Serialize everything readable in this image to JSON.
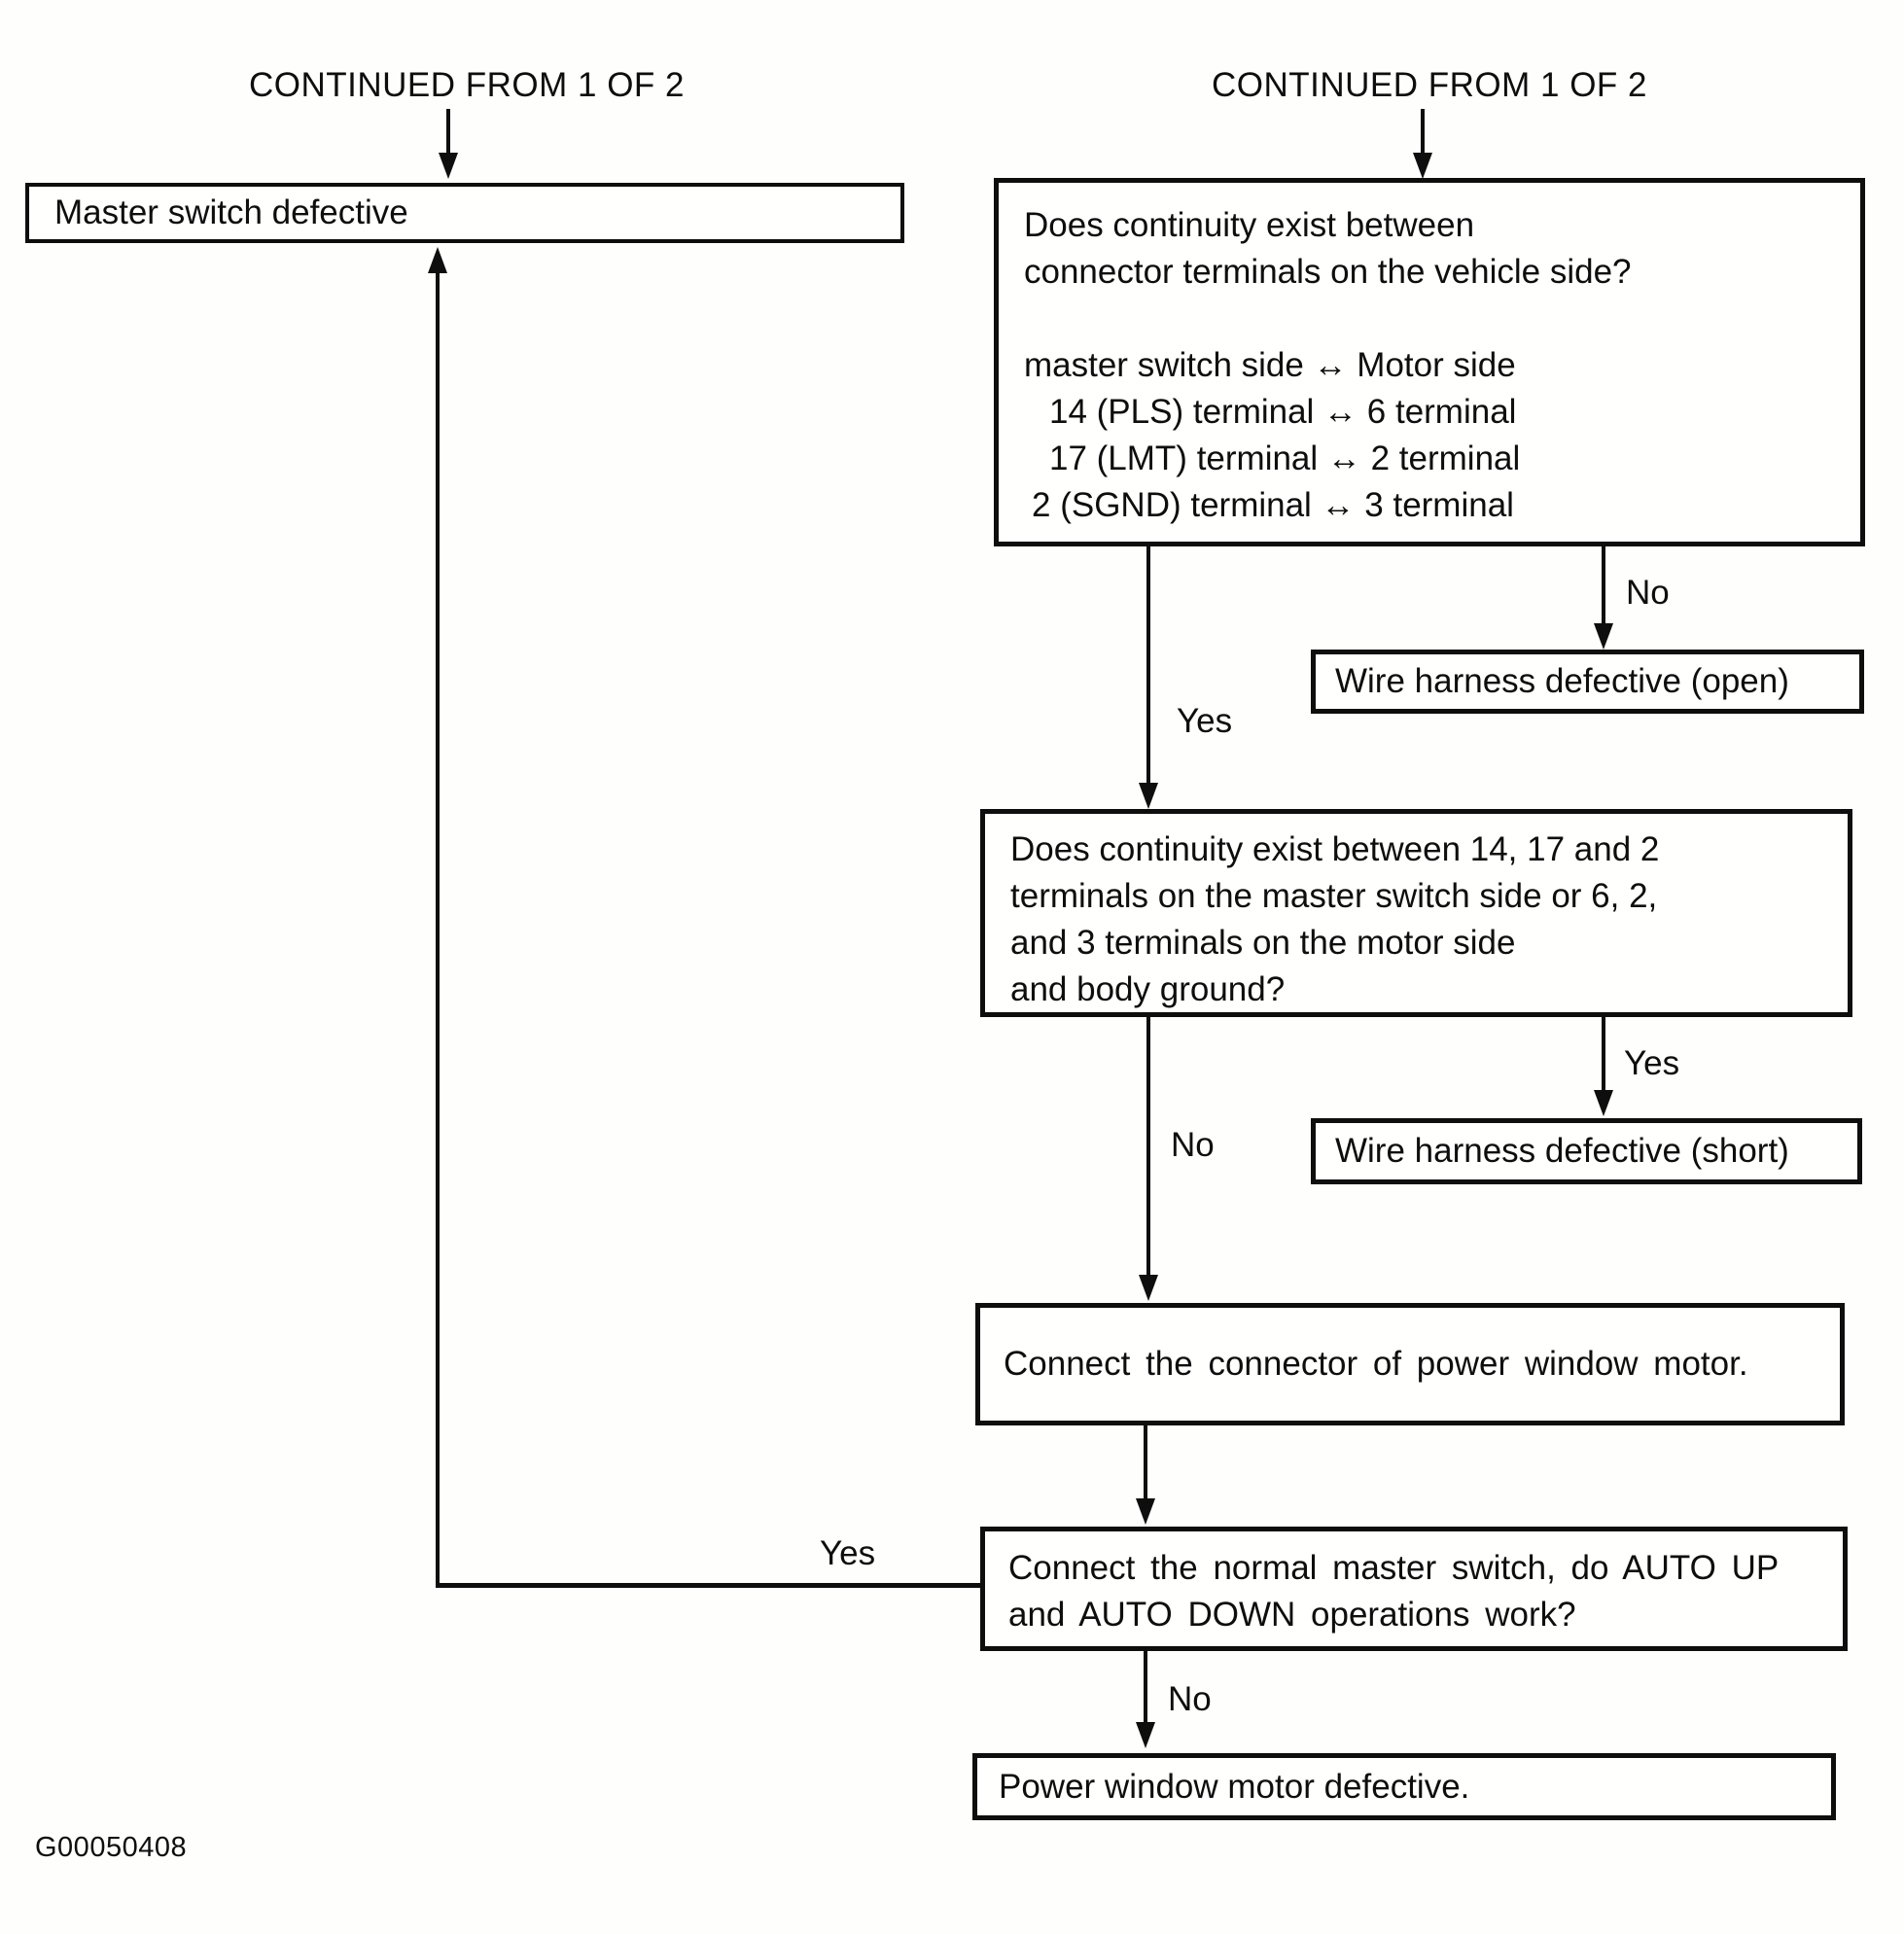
{
  "page": {
    "background": "#fefefd",
    "ink": "#0e0e0e",
    "figure_code": "G00050408"
  },
  "left_flow": {
    "continued_label": "CONTINUED FROM 1 OF 2",
    "master_switch_box": "Master switch defective"
  },
  "right_flow": {
    "continued_label": "CONTINUED FROM 1 OF 2",
    "continuity_vehicle_box": {
      "line1": "Does continuity exist between",
      "line2": "connector terminals on the vehicle side?",
      "line3": "master switch side ↔ Motor side",
      "line4": "14 (PLS) terminal ↔ 6 terminal",
      "line5": "17 (LMT) terminal ↔ 2 terminal",
      "line6": "2 (SGND) terminal ↔ 3 terminal",
      "yes_label": "Yes",
      "no_label": "No"
    },
    "harness_open_box": "Wire harness defective (open)",
    "continuity_ground_box": {
      "line1": "Does continuity exist between 14, 17 and 2",
      "line2": "terminals on the master switch side or 6, 2,",
      "line3": "and 3 terminals on the motor side",
      "line4": "and body ground?",
      "yes_label": "Yes",
      "no_label": "No"
    },
    "harness_short_box": "Wire harness defective (short)",
    "connect_motor_box": "Connect the connector of power window motor.",
    "auto_operation_box": {
      "line1": "Connect the normal master switch, do AUTO UP",
      "line2": "and AUTO DOWN operations work?",
      "yes_label": "Yes",
      "no_label": "No"
    },
    "motor_defective_box": "Power window motor defective."
  }
}
